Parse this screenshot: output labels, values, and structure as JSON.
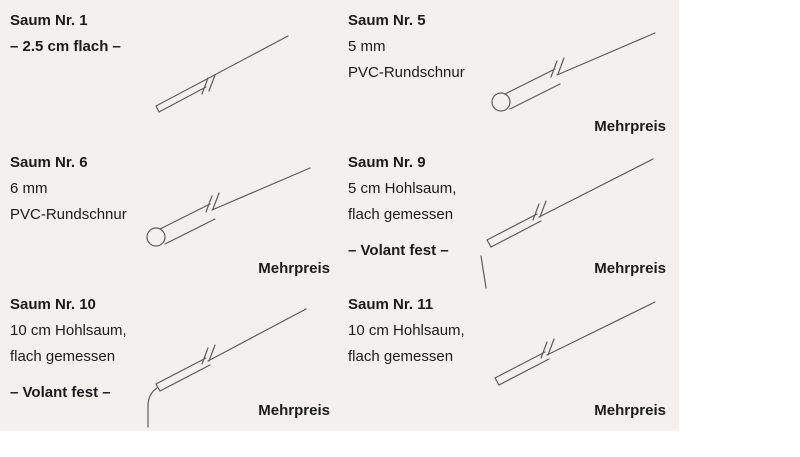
{
  "panel": {
    "background_color": "#f2f1ee",
    "text_color": "#1b1b1b"
  },
  "cells": [
    {
      "title": "Saum Nr. 1",
      "note": "– 2.5 cm flach –",
      "lines": [],
      "drawing": "flat-hem"
    },
    {
      "title": "Saum Nr. 5",
      "lines": [
        "5 mm",
        "PVC-Rundschnur"
      ],
      "mehrpreis": "Mehrpreis",
      "drawing": "pvc-round-cord-hem"
    },
    {
      "title": "Saum Nr. 6",
      "lines": [
        "6 mm",
        "PVC-Rundschnur"
      ],
      "mehrpreis": "Mehrpreis",
      "drawing": "pvc-round-cord-hem"
    },
    {
      "title": "Saum Nr. 9",
      "lines": [
        "5 cm Hohlsaum,",
        "flach gemessen"
      ],
      "note": "– Volant fest –",
      "mehrpreis": "Mehrpreis",
      "drawing": "hollow-hem-volant"
    },
    {
      "title": "Saum Nr. 10",
      "lines": [
        "10 cm Hohlsaum,",
        "flach gemessen"
      ],
      "note": "– Volant fest –",
      "mehrpreis": "Mehrpreis",
      "drawing": "hollow-hem-volant"
    },
    {
      "title": "Saum Nr. 11",
      "lines": [
        "10 cm Hohlsaum,",
        "flach gemessen"
      ],
      "mehrpreis": "Mehrpreis",
      "drawing": "hollow-hem"
    }
  ]
}
